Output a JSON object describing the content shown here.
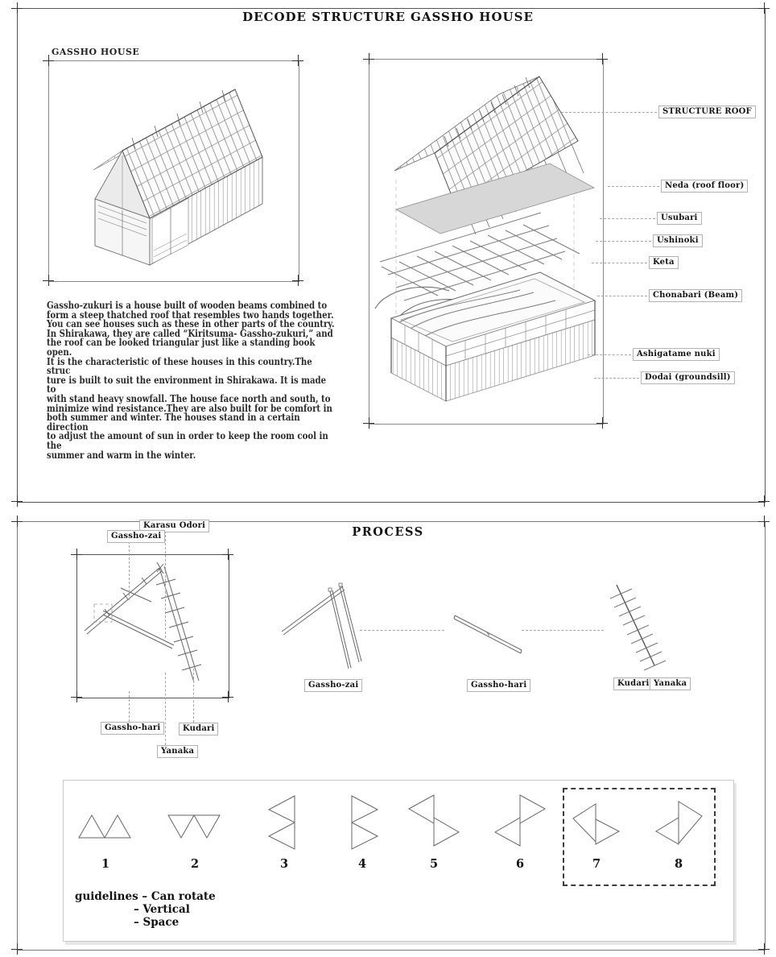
{
  "header": {
    "title": "DECODE STRUCTURE GASSHO HOUSE"
  },
  "gassho_section": {
    "frame_label": "GASSHO HOUSE",
    "description": "Gassho-zukuri is a house built of wooden beams combined to\nform a steep thatched roof that resembles two hands together.\nYou can see houses such as these in other parts of the country.\nIn Shirakawa, they are called “Kiritsuma- Gassho-zukuri,” and\nthe roof can be looked triangular just like a standing book open.\nIt is the characteristic of these houses in this country.The struc\nture is built to suit the environment in Shirakawa. It is made to\nwith stand heavy snowfall. The house face north and south, to\nminimize wind resistance.They are also built for be comfort in\nboth summer and winter. The houses stand in a certain direction\nto adjust the amount of sun in order to keep the room cool in the\nsummer and warm in the winter."
  },
  "exploded": {
    "labels": [
      "STRUCTURE ROOF",
      "Neda (roof floor)",
      "Usubari",
      "Ushinoki",
      "Keta",
      "Chonabari (Beam)",
      "Ashigatame nuki",
      "Dodai (groundsill)"
    ]
  },
  "process": {
    "title": "PROCESS",
    "truss_labels": [
      "Karasu Odori",
      "Gassho-zai",
      "Gassho-hari",
      "Kudari",
      "Yanaka"
    ],
    "component_labels": [
      "Gassho-zai",
      "Gassho-hari",
      "Kudari",
      "Yanaka"
    ],
    "shapes": {
      "numbers": [
        "1",
        "2",
        "3",
        "4",
        "5",
        "6",
        "7",
        "8"
      ]
    },
    "guidelines": [
      "guidelines – Can rotate",
      "– Vertical",
      "– Space"
    ]
  }
}
